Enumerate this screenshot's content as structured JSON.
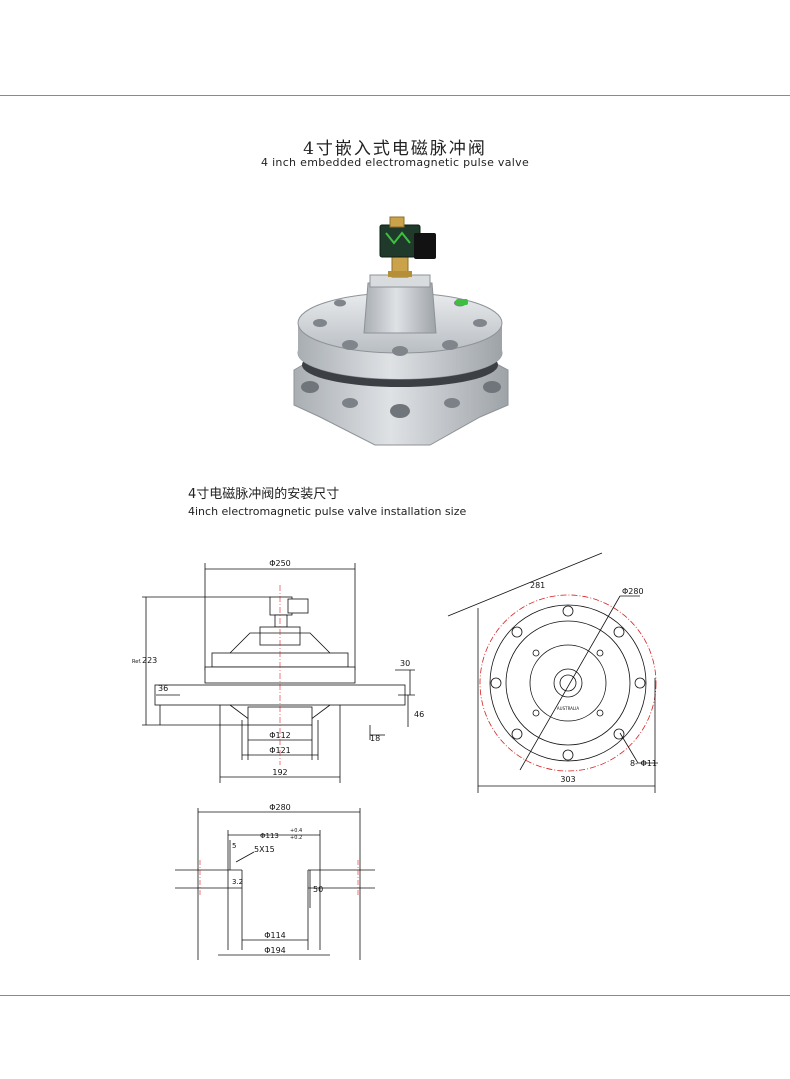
{
  "header": {
    "title_cn": "4寸嵌入式电磁脉冲阀",
    "title_en": "4 inch embedded electromagnetic pulse valve"
  },
  "section": {
    "title_cn": "4寸电磁脉冲阀的安装尺寸",
    "title_en": "4inch electromagnetic pulse valve installation size"
  },
  "side_view": {
    "d_top": "Φ250",
    "h_total": "223",
    "h_prefix": "Ref.",
    "flange_w": "36",
    "d30": "30",
    "d46": "46",
    "d18": "18",
    "d112": "Φ112",
    "d121": "Φ121",
    "w192": "192"
  },
  "top_view": {
    "d281": "281",
    "d280": "Φ280",
    "holes": "8- Φ11",
    "w303": "303",
    "center_text": "AUSTRALIA"
  },
  "section_view": {
    "d280": "Φ280",
    "d113": "Φ113",
    "tol_plus": "+0.4",
    "tol_minus": "+0.2",
    "chamfer": "5X15",
    "d5": "5",
    "d32": "3.2",
    "d50": "50",
    "d114": "Φ114",
    "d194": "Φ194"
  },
  "colors": {
    "rule": "#8a8a8a",
    "centerline_red": "#d92020",
    "valve_body": "#c8ccd0",
    "coil_green": "#1f3a2a",
    "brass": "#c9a24a"
  }
}
